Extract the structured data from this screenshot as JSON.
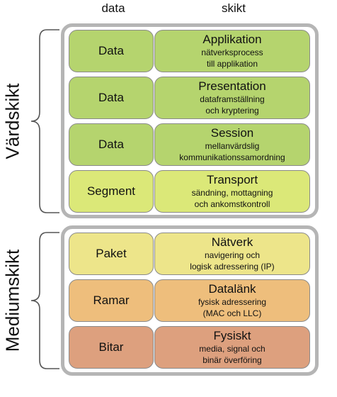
{
  "headers": {
    "data": "data",
    "layer": "skikt"
  },
  "groups": {
    "host": {
      "label": "Värdskikt"
    },
    "media": {
      "label": "Mediumskikt"
    }
  },
  "rows": [
    {
      "data": "Data",
      "title": "Applikation",
      "desc1": "nätverksprocess",
      "desc2": "till applikation",
      "color": "#b5d46e"
    },
    {
      "data": "Data",
      "title": "Presentation",
      "desc1": "dataframställning",
      "desc2": "och kryptering",
      "color": "#b5d46e"
    },
    {
      "data": "Data",
      "title": "Session",
      "desc1": "mellanvärdslig",
      "desc2": "kommunikationssamordning",
      "color": "#b5d46e"
    },
    {
      "data": "Segment",
      "title": "Transport",
      "desc1": "sändning, mottagning",
      "desc2": "och ankomstkontroll",
      "color": "#dbe878"
    },
    {
      "data": "Paket",
      "title": "Nätverk",
      "desc1": "navigering och",
      "desc2": "logisk adressering (IP)",
      "color": "#ede58a"
    },
    {
      "data": "Ramar",
      "title": "Datalänk",
      "desc1": "fysisk adressering",
      "desc2": "(MAC och LLC)",
      "color": "#eebe7c"
    },
    {
      "data": "Bitar",
      "title": "Fysiskt",
      "desc1": "media, signal och",
      "desc2": "binär överföring",
      "color": "#dda07e"
    }
  ]
}
